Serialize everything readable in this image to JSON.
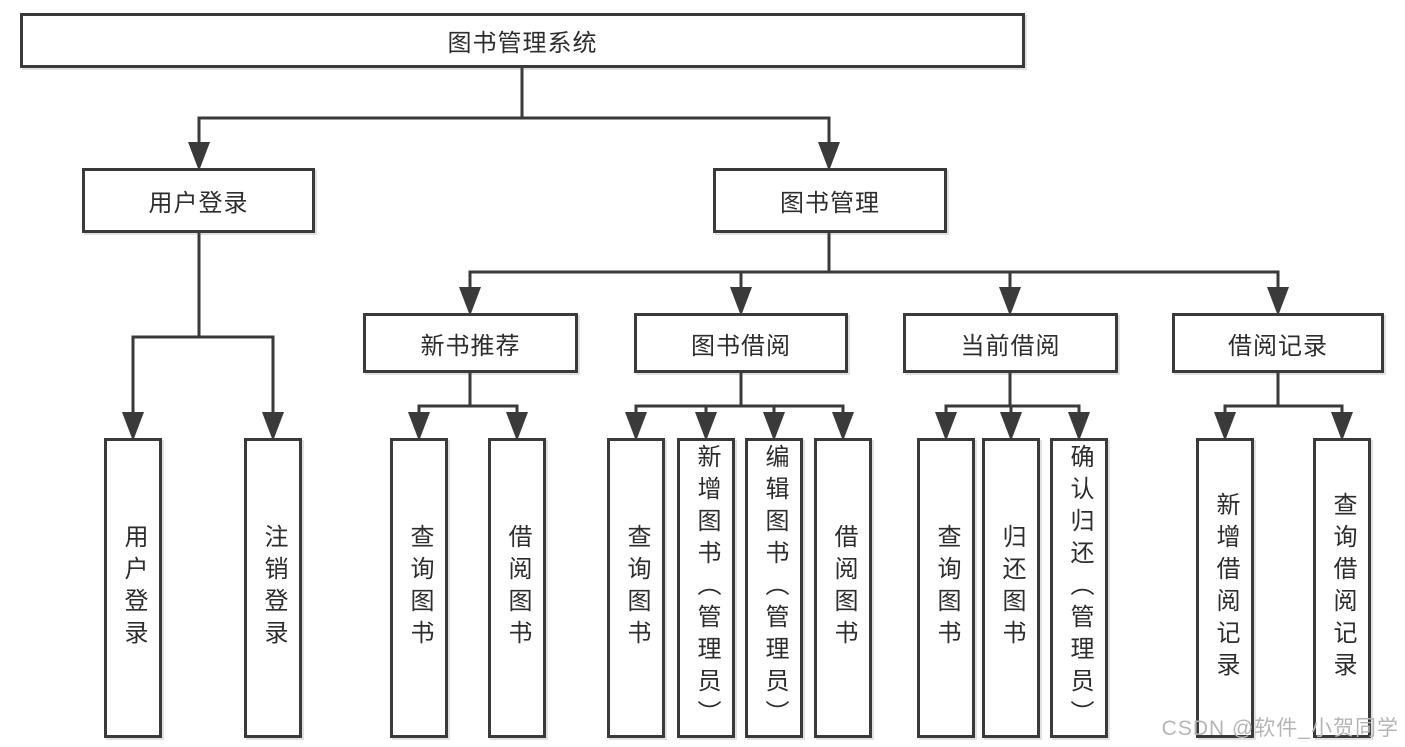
{
  "diagram_type": "hierarchy-tree",
  "tree": {
    "root": {
      "label": "图书管理系统",
      "children": [
        {
          "label": "用户登录",
          "children": [
            {
              "label": "用户登录"
            },
            {
              "label": "注销登录"
            }
          ]
        },
        {
          "label": "图书管理",
          "children": [
            {
              "label": "新书推荐",
              "children": [
                {
                  "label": "查询图书"
                },
                {
                  "label": "借阅图书"
                }
              ]
            },
            {
              "label": "图书借阅",
              "children": [
                {
                  "label": "查询图书"
                },
                {
                  "label": "新增图书（管理员）"
                },
                {
                  "label": "编辑图书（管理员）"
                },
                {
                  "label": "借阅图书"
                }
              ]
            },
            {
              "label": "当前借阅",
              "children": [
                {
                  "label": "查询图书"
                },
                {
                  "label": "归还图书"
                },
                {
                  "label": "确认归还（管理员）"
                }
              ]
            },
            {
              "label": "借阅记录",
              "children": [
                {
                  "label": "新增借阅记录"
                },
                {
                  "label": "查询借阅记录"
                }
              ]
            }
          ]
        }
      ]
    }
  },
  "watermark": {
    "text": "CSDN @软件_小贺同学"
  },
  "colors": {
    "line": "#3a3a3a",
    "text": "#2d2d2d",
    "watermark": "#b5b5b5",
    "background": "#ffffff"
  }
}
